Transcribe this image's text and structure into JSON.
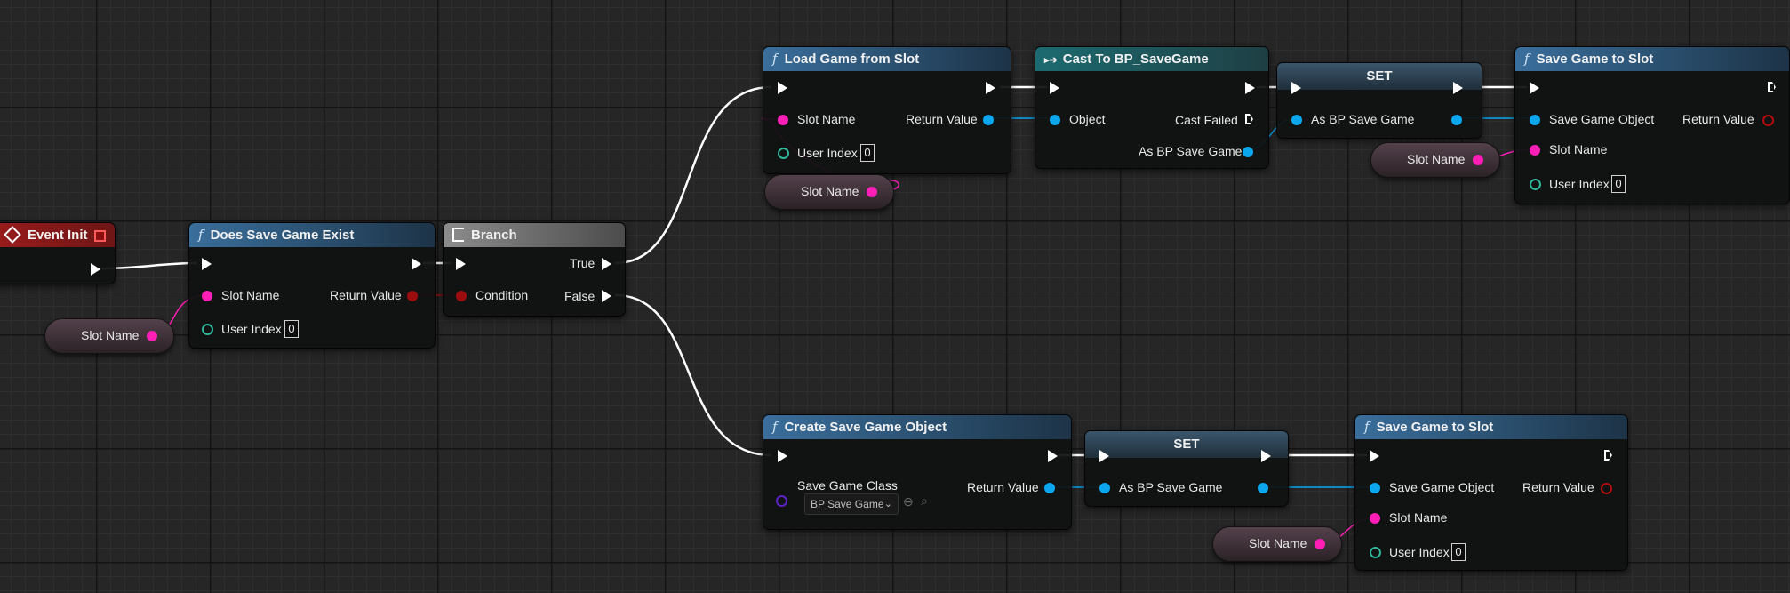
{
  "nodes": {
    "event_init": {
      "title": "Event Init"
    },
    "does_save_game_exist": {
      "title": "Does Save Game Exist",
      "pins": {
        "slot_name": "Slot Name",
        "user_index": "User Index",
        "user_index_value": "0",
        "return_value": "Return Value"
      }
    },
    "branch": {
      "title": "Branch",
      "pins": {
        "condition": "Condition",
        "true": "True",
        "false": "False"
      }
    },
    "load_game_from_slot": {
      "title": "Load Game from Slot",
      "pins": {
        "slot_name": "Slot Name",
        "user_index": "User Index",
        "user_index_value": "0",
        "return_value": "Return Value"
      }
    },
    "cast_to": {
      "title": "Cast To BP_SaveGame",
      "pins": {
        "object": "Object",
        "cast_failed": "Cast Failed",
        "as_bp": "As BP Save Game"
      }
    },
    "set_top": {
      "title": "SET",
      "pins": {
        "as_bp": "As BP Save Game"
      }
    },
    "save_game_top": {
      "title": "Save Game to Slot",
      "pins": {
        "save_game_object": "Save Game Object",
        "slot_name": "Slot Name",
        "user_index": "User Index",
        "user_index_value": "0",
        "return_value": "Return Value"
      }
    },
    "create_save_game": {
      "title": "Create Save Game Object",
      "pins": {
        "save_game_class": "Save Game Class",
        "class_value": "BP Save Game",
        "return_value": "Return Value"
      }
    },
    "set_bottom": {
      "title": "SET",
      "pins": {
        "as_bp": "As BP Save Game"
      }
    },
    "save_game_bottom": {
      "title": "Save Game to Slot",
      "pins": {
        "save_game_object": "Save Game Object",
        "slot_name": "Slot Name",
        "user_index": "User Index",
        "user_index_value": "0",
        "return_value": "Return Value"
      }
    }
  },
  "variables": {
    "slot_name_1": "Slot Name",
    "slot_name_2": "Slot Name",
    "slot_name_3": "Slot Name",
    "slot_name_4": "Slot Name"
  },
  "icons": {
    "function": "function-icon",
    "event": "event-diamond-icon",
    "branch": "branch-icon",
    "cast": "cast-icon"
  },
  "colors": {
    "exec": "#ffffff",
    "string_pin": "#ff1fb6",
    "object_pin": "#0aa7ef",
    "bool_pin": "#9b0d0d",
    "int_pin": "#2fb79a",
    "class_pin": "#5d22c5"
  }
}
